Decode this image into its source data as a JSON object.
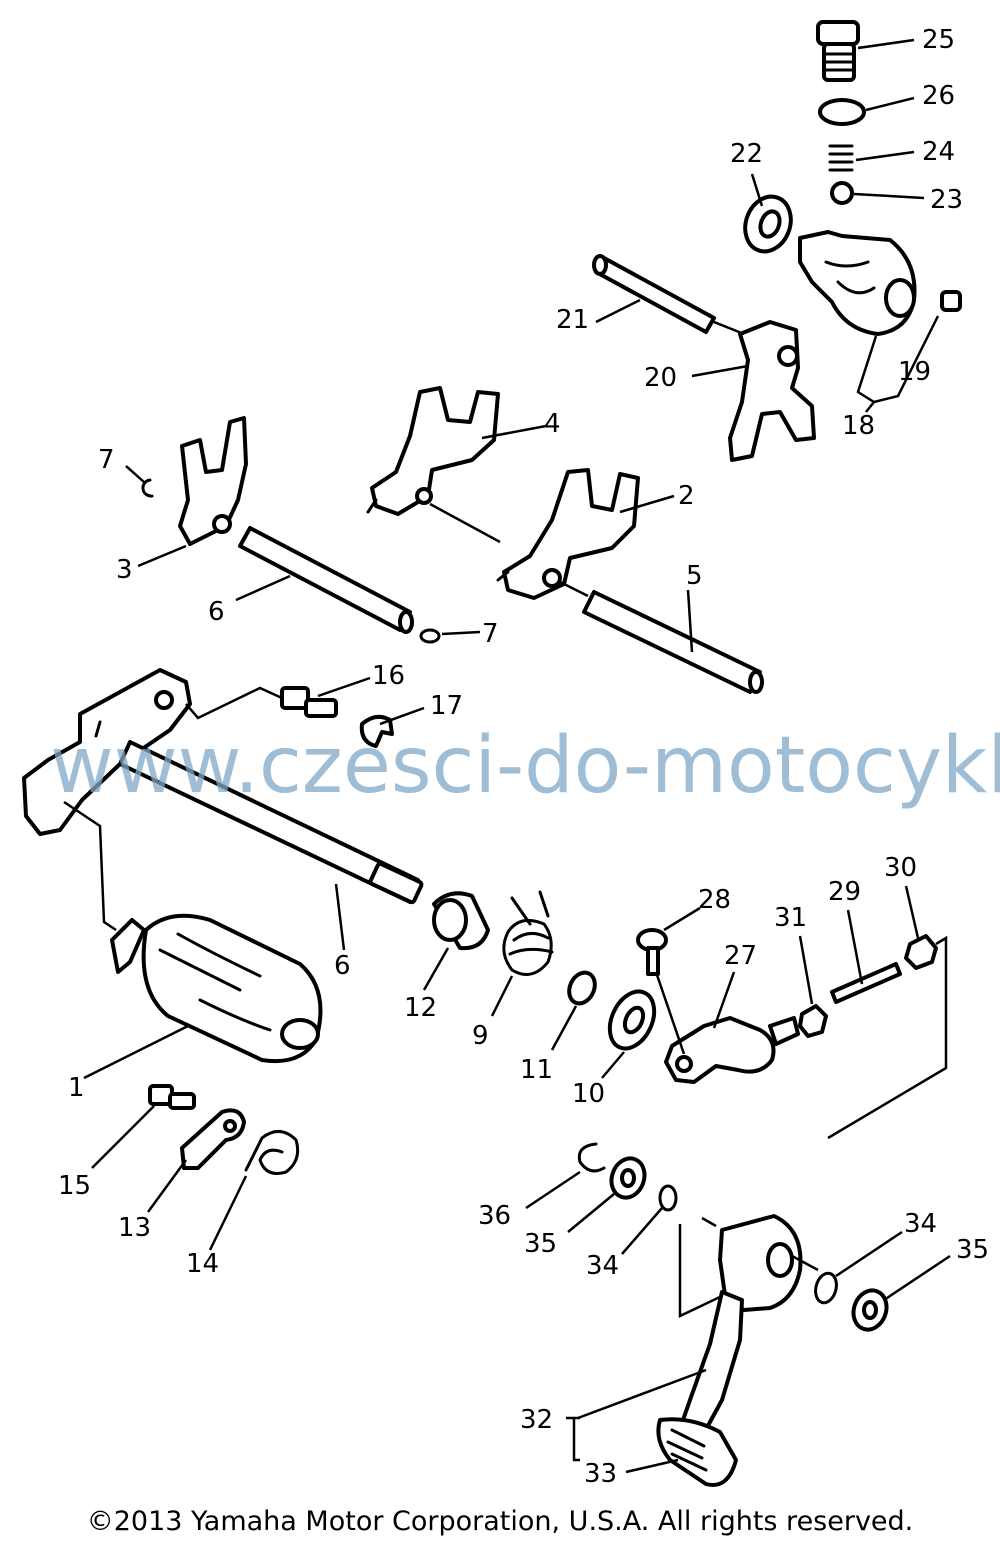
{
  "watermark": "www.czesci-do-motocykli.pl",
  "copyright": "©2013 Yamaha Motor Corporation, U.S.A. All rights reserved.",
  "callouts": {
    "c1": "1",
    "c2": "2",
    "c3": "3",
    "c4": "4",
    "c5": "5",
    "c6a": "6",
    "c6b": "6",
    "c7a": "7",
    "c7b": "7",
    "c9": "9",
    "c10": "10",
    "c11": "11",
    "c12": "12",
    "c13": "13",
    "c14": "14",
    "c15": "15",
    "c16": "16",
    "c17": "17",
    "c18": "18",
    "c19": "19",
    "c20": "20",
    "c21": "21",
    "c22": "22",
    "c23": "23",
    "c24": "24",
    "c25": "25",
    "c26": "26",
    "c27": "27",
    "c28": "28",
    "c29": "29",
    "c30": "30",
    "c31": "31",
    "c32": "32",
    "c33": "33",
    "c34a": "34",
    "c34b": "34",
    "c35a": "35",
    "c35b": "35",
    "c36": "36"
  }
}
